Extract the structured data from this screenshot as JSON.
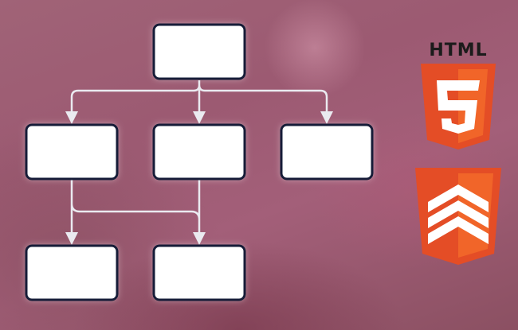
{
  "diagram": {
    "nodes": [
      {
        "id": "root",
        "label": ""
      },
      {
        "id": "child-left",
        "label": ""
      },
      {
        "id": "child-middle",
        "label": ""
      },
      {
        "id": "child-right",
        "label": ""
      },
      {
        "id": "grandchild-left",
        "label": ""
      },
      {
        "id": "grandchild-middle",
        "label": ""
      }
    ],
    "edges": [
      {
        "from": "root",
        "to": "child-left"
      },
      {
        "from": "root",
        "to": "child-middle"
      },
      {
        "from": "root",
        "to": "child-right"
      },
      {
        "from": "child-left",
        "to": "grandchild-left"
      },
      {
        "from": "child-left",
        "to": "grandchild-middle"
      },
      {
        "from": "child-middle",
        "to": "grandchild-middle"
      }
    ],
    "colors": {
      "node_fill": "#ffffff",
      "node_border": "#161e38",
      "edge": "#eaeaf0"
    }
  },
  "logos": {
    "html5": {
      "word": "HTML",
      "numeral": "5",
      "icon": "html5-logo-icon"
    },
    "badge": {
      "icon": "chevron-stack-badge-icon"
    },
    "colors": {
      "shield_dark": "#e44d26",
      "shield_light": "#f16529",
      "mark": "#ffffff",
      "word": "#1b1b1b"
    }
  }
}
